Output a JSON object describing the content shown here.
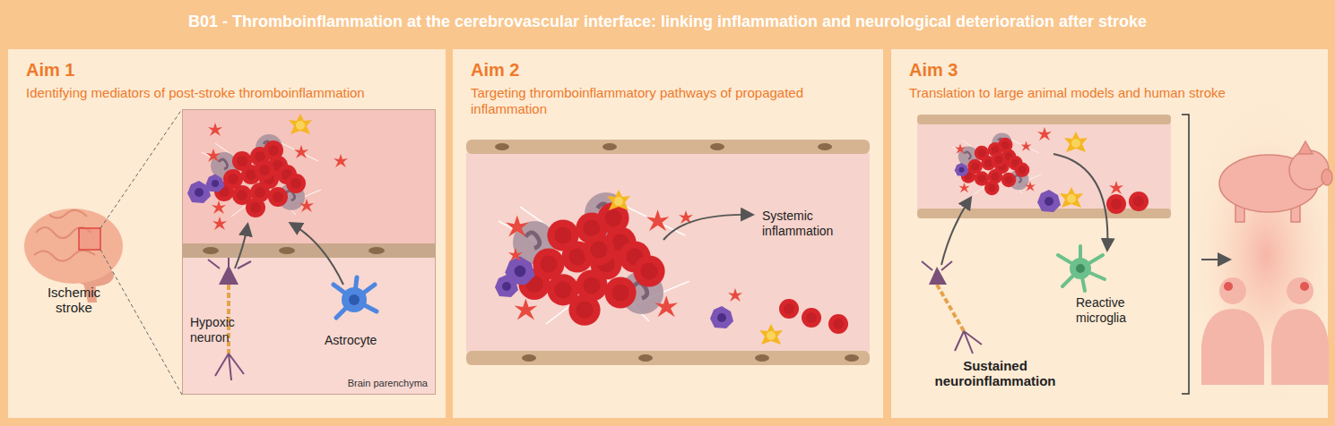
{
  "diagram": {
    "title": "B01 - Thromboinflammation at the cerebrovascular interface: linking inflammation and neurological deterioration after stroke",
    "nodes": [
      {
        "text": [
          "Aim 1",
          "Identifying mediators of post-stroke thromboinflammation"
        ]
      },
      {
        "text": [
          "Brain parenchyma"
        ],
        "in": 0
      },
      {
        "text": [
          "Aim 2",
          "Targeting thromboinflammatory pathways of propagated inflammation"
        ]
      },
      {
        "text": [
          "Aim 3",
          "Translation to large animal models and human stroke"
        ]
      }
    ],
    "labels": [
      "Ischemic stroke",
      "Hypoxic neuron",
      "Astrocyte",
      "Systemic inflammation",
      "Reactive microglia",
      "Sustained neuroinflammation"
    ]
  }
}
